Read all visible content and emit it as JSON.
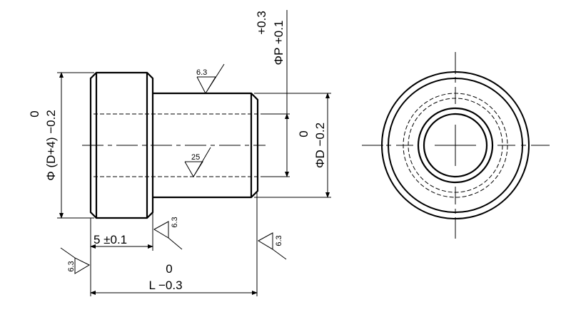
{
  "drawing": {
    "flange_diameter": {
      "upper": "0",
      "main": "Φ (D+4)  −0.2"
    },
    "shaft_diameter": {
      "upper": "0",
      "main": "ΦD −0.2"
    },
    "bore_diameter": {
      "upper": "+0.3",
      "main": "ΦP  +0.1"
    },
    "flange_length": "5  ±0.1",
    "total_length": {
      "upper": "0",
      "main": "L −0.3"
    },
    "roughness": {
      "shaft_outer": "6.3",
      "bore": "25",
      "flange_face": "6.3",
      "left_end": "6.3",
      "right_end": "6.3"
    }
  }
}
